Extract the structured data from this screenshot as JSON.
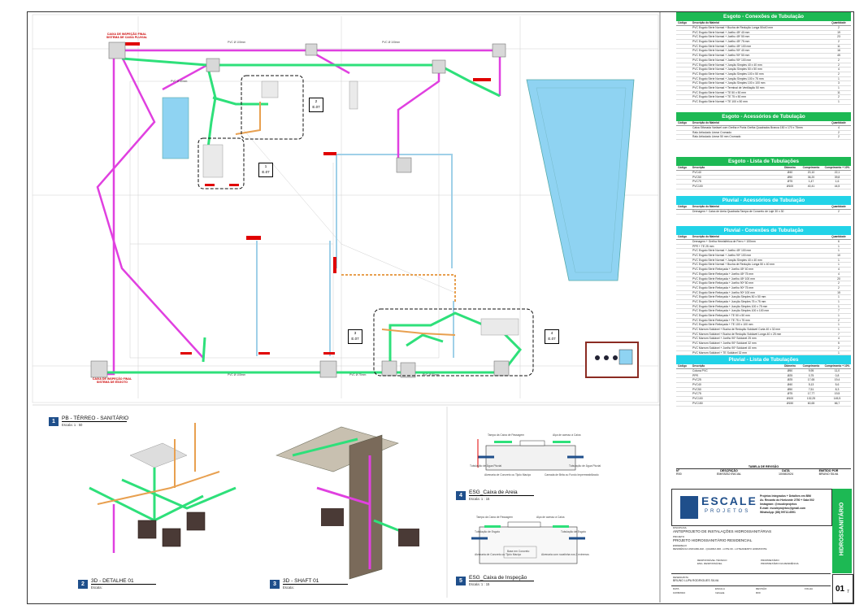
{
  "plan": {
    "view_number": "1",
    "view_title": "PB - TÉRREO - SANITÁRIO",
    "view_scale": "Escala: 1 : 50",
    "red_note_top": "CAIXA DE INSPEÇÃO FINAL\nSISTEMA DE CAIXA PLUVIAL",
    "red_note_bottom": "CAIXA DE INSPEÇÃO FINAL\nSISTEMA DE ESGOTO",
    "callouts": [
      {
        "num": "1",
        "sheet": "E.07"
      },
      {
        "num": "2",
        "sheet": "E.07"
      },
      {
        "num": "3",
        "sheet": "E.07"
      },
      {
        "num": "4",
        "sheet": "E.07"
      }
    ],
    "pipe_labels": [
      "PVC Ø 100mm",
      "PVC Ø 75mm",
      "PVC Ø 50mm",
      "PVC Ø 40mm"
    ]
  },
  "details": [
    {
      "num": "2",
      "title": "3D - DETALHE 01",
      "scale": "Escala:"
    },
    {
      "num": "3",
      "title": "3D - SHAFT 01",
      "scale": "Escala:"
    },
    {
      "num": "4",
      "title": "ESG_Caixa de Areia",
      "scale": "Escala: 1 : 15"
    },
    {
      "num": "5",
      "title": "ESG_Caixa de Inspeção",
      "scale": "Escala: 1 : 15"
    }
  ],
  "detail_notes": {
    "areia": [
      "Tampa da Caixa de Passagem",
      "Alça de acesso à Caixa",
      "Tubulação de Água Pluvial",
      "Tubulação de Água Pluvial",
      "Alvenaria de Concreto ou Tijolo Maciço",
      "Camada de Brita ou Fundo Impermeabilizado"
    ],
    "inspecao": [
      "Tampa da Caixa de Passagem",
      "Alça de acesso à Caixa",
      "Tubulação de Esgoto",
      "Tubulação de Esgoto",
      "Alvenaria de Concreto ou Tijolo Maciço",
      "Base em Concreto",
      "Alvenaria com ruvatinha nos 2 extremos"
    ]
  },
  "tables": {
    "esgoto_conexoes": {
      "title": "Esgoto - Conexões de Tubulação",
      "color": "#1db954",
      "headers": [
        "Código",
        "Descrição do Material",
        "Quantidade"
      ],
      "rows": [
        [
          "",
          "PVC Esgoto Série Normal + Bucha de Redução Longa 50x40 mm",
          "2"
        ],
        [
          "",
          "PVC Esgoto Série Normal + Joelho 45º 40 mm",
          "19"
        ],
        [
          "",
          "PVC Esgoto Série Normal + Joelho 45º 50 mm",
          "23"
        ],
        [
          "",
          "PVC Esgoto Série Normal + Joelho 45º 75 mm",
          "2"
        ],
        [
          "",
          "PVC Esgoto Série Normal + Joelho 45º 100 mm",
          "11"
        ],
        [
          "",
          "PVC Esgoto Série Normal + Joelho 90º 40 mm",
          "16"
        ],
        [
          "",
          "PVC Esgoto Série Normal + Joelho 90º 50 mm",
          "45"
        ],
        [
          "",
          "PVC Esgoto Série Normal + Joelho 90º 100 mm",
          "2"
        ],
        [
          "",
          "PVC Esgoto Série Normal + Junção Simples 40 x 40 mm",
          "2"
        ],
        [
          "",
          "PVC Esgoto Série Normal + Junção Simples 50 x 50 mm",
          "4"
        ],
        [
          "",
          "PVC Esgoto Série Normal + Junção Simples 100 x 50 mm",
          "2"
        ],
        [
          "",
          "PVC Esgoto Série Normal + Junção Simples 100 x 75 mm",
          "1"
        ],
        [
          "",
          "PVC Esgoto Série Normal + Junção Simples 100 x 100 mm",
          "3"
        ],
        [
          "",
          "PVC Esgoto Série Normal + Terminal de Ventilação 50 mm",
          "1"
        ],
        [
          "",
          "PVC Esgoto Série Normal + TE 50 x 50 mm",
          "11"
        ],
        [
          "",
          "PVC Esgoto Série Normal + TE 75 x 50 mm",
          "2"
        ],
        [
          "",
          "PVC Esgoto Série Normal + TE 100 x 50 mm",
          "1"
        ]
      ]
    },
    "esgoto_acessorios": {
      "title": "Esgoto - Acessórios de Tubulação",
      "color": "#1db954",
      "headers": [
        "Código",
        "Descrição do Material",
        "Quantidade"
      ],
      "rows": [
        [
          "",
          "Caixa Sifonada Variável com Grelha e Porta Grelha Quadrados Branca 150 x 170 x 75mm",
          "4"
        ],
        [
          "",
          "Ralo Articulado Linear Cromado",
          "2"
        ],
        [
          "",
          "Ralo Articulado Linear 50 mm Cromado",
          "2"
        ]
      ]
    },
    "esgoto_tubulacoes": {
      "title": "Esgoto - Lista de Tubulações",
      "color": "#1db954",
      "headers": [
        "Código",
        "Descrição",
        "Diâmetro",
        "Comprimento",
        "Comprimento + 10%"
      ],
      "rows": [
        [
          "",
          "PVC40",
          "Ø40",
          "20,10",
          "22,1"
        ],
        [
          "",
          "PVC50",
          "Ø50",
          "36,20",
          "39,8"
        ],
        [
          "",
          "PVC75",
          "Ø75",
          "1,47",
          "1,6"
        ],
        [
          "",
          "PVC100",
          "Ø100",
          "40,41",
          "44,5"
        ]
      ]
    },
    "pluvial_acessorios": {
      "title": "Pluvial - Acessórios de Tubulação",
      "color": "#22d3e8",
      "headers": [
        "Código",
        "Descrição do Material",
        "Quantidade"
      ],
      "rows": [
        [
          "",
          "Drenagem + Caixa de Areia Quadrada Tampa de Concreto de Laje 30 x 30",
          "2"
        ]
      ]
    },
    "pluvial_conexoes": {
      "title": "Pluvial - Conexões de Tubulação",
      "color": "#22d3e8",
      "headers": [
        "Código",
        "Descrição do Material",
        "Quantidade"
      ],
      "rows": [
        [
          "",
          "Drenagem + Grelha Hemisférica de Ferro + 100mm",
          "6"
        ],
        [
          "",
          "PPR + TE 25 mm",
          "1"
        ],
        [
          "",
          "PVC Esgoto Série Normal + Joelho 45º 100 mm",
          "1"
        ],
        [
          "",
          "PVC Esgoto Série Normal + Joelho 90º 100 mm",
          "10"
        ],
        [
          "",
          "PVC Esgoto Série Normal + Junção Simples 40 x 40 mm",
          "1"
        ],
        [
          "",
          "PVC Esgoto Série Normal + Bucha de Redução Longa 50 x 40 mm",
          "1"
        ],
        [
          "",
          "PVC Esgoto Série Reforçada + Joelho 45º 40 mm",
          "4"
        ],
        [
          "",
          "PVC Esgoto Série Reforçada + Joelho 45º 75 mm",
          "4"
        ],
        [
          "",
          "PVC Esgoto Série Reforçada + Joelho 45º 100 mm",
          "20"
        ],
        [
          "",
          "PVC Esgoto Série Reforçada + Joelho 90º 50 mm",
          "2"
        ],
        [
          "",
          "PVC Esgoto Série Reforçada + Joelho 90º 75 mm",
          "2"
        ],
        [
          "",
          "PVC Esgoto Série Reforçada + Joelho 90º 100 mm",
          "15"
        ],
        [
          "",
          "PVC Esgoto Série Reforçada + Junção Simples 50 x 50 mm",
          "1"
        ],
        [
          "",
          "PVC Esgoto Série Reforçada + Junção Simples 75 x 75 mm",
          "1"
        ],
        [
          "",
          "PVC Esgoto Série Reforçada + Junção Simples 100 x 75 mm",
          "1"
        ],
        [
          "",
          "PVC Esgoto Série Reforçada + Junção Simples 100 x 100 mm",
          "7"
        ],
        [
          "",
          "PVC Esgoto Série Reforçada + TE 50 x 50 mm",
          "1"
        ],
        [
          "",
          "PVC Esgoto Série Reforçada + TE 75 x 75 mm",
          "2"
        ],
        [
          "",
          "PVC Esgoto Série Reforçada + TE 100 x 100 mm",
          "1"
        ],
        [
          "",
          "PVC Marrom Soldável + Bucha de Redução Soldável Curta 40 x 32 mm",
          "1"
        ],
        [
          "",
          "PVC Marrom Soldável + Bucha de Redução Soldável Longa 40 x 25 mm",
          "7"
        ],
        [
          "",
          "PVC Marrom Soldável + Joelho 90º Soldável 25 mm",
          "4"
        ],
        [
          "",
          "PVC Marrom Soldável + Joelho 90º Soldável 32 mm",
          "5"
        ],
        [
          "",
          "PVC Marrom Soldável + Joelho 90º Soldável 40 mm",
          "2"
        ],
        [
          "",
          "PVC Marrom Soldável + TE Soldável 32 mm",
          "1"
        ]
      ]
    },
    "pluvial_tubulacoes": {
      "title": "Pluvial - Lista de Tubulações",
      "color": "#22d3e8",
      "headers": [
        "Código",
        "Descrição",
        "Diâmetro",
        "Comprimento",
        "Comprimento + 10%"
      ],
      "rows": [
        [
          "",
          "Coluna PVC",
          "Ø50",
          "9,95",
          "11,0"
        ],
        [
          "",
          "PPR",
          "Ø25",
          "0,75",
          "0,8"
        ],
        [
          "",
          "PVC25",
          "Ø25",
          "17,65",
          "19,4"
        ],
        [
          "",
          "PVC40",
          "Ø40",
          "5,13",
          "5,6"
        ],
        [
          "",
          "PVC50",
          "Ø50",
          "7,51",
          "8,3"
        ],
        [
          "",
          "PVC75",
          "Ø75",
          "17,77",
          "19,5"
        ],
        [
          "",
          "PVC100",
          "Ø100",
          "132,25",
          "145,5"
        ],
        [
          "",
          "PVC150",
          "Ø150",
          "60,65",
          "66,7"
        ]
      ]
    }
  },
  "revision_table": {
    "title": "TABELA DE REVISÃO",
    "headers": [
      "Nº",
      "DESCRIÇÃO",
      "DATA",
      "EMITIDO POR"
    ],
    "rows": [
      [
        "R00",
        "EMISSÃO INICIAL",
        "10/08/2024",
        "BRUNO SILVA"
      ]
    ]
  },
  "title_block": {
    "company": "ESCALE",
    "company_sub": "PROJETOS",
    "company_info": [
      "Projetos Integrados + Detalhes em BIM",
      "Av. Recanto do Horizonte 2750 + Sala 002",
      "Instagram: @escaleprojetos",
      "E-mail: escaleprojetos@gmail.com",
      "WhatsApp: (88) 99712-6591"
    ],
    "discipline": "HIDROSSANITÁRIO",
    "labels": [
      "DISCIPLINA",
      "PROJETO",
      "ENDEREÇO",
      "RESPONSÁVEL TÉCNICO",
      "PROPRIETÁRIO",
      "DESENHISTA",
      "DATA",
      "ESCALA",
      "REVISÃO",
      "FOLHA"
    ],
    "discipline_text": "ANTEPROJETO DE INSTALAÇÕES HIDROSSANITÁRIAS",
    "project_text": "PROJETO HIDROSSANITÁRIO RESIDENCIAL",
    "address_text": "RESIDÊNCIA UNIFAMILIAR - QUADRA 000 - LOTE 00 - LOTEAMENTO HORIZONTE",
    "responsible_name": "ENG. RESPONSÁVEL",
    "owner_name": "PROPRIETÁRIO DA RESIDÊNCIA",
    "drafter": "BRUNO LUPA RODRIGUES SILVA",
    "date": "10/08/2024",
    "scale": "Indicada",
    "revision": "R00",
    "sheet": "01",
    "sheet_total": "7"
  },
  "colors": {
    "sewer": "#2ee07a",
    "rain_pink": "#e040e0",
    "orange": "#e8a050",
    "light_blue": "#9fd0e8",
    "pool": "#8fd3f2",
    "red": "#e00000"
  }
}
